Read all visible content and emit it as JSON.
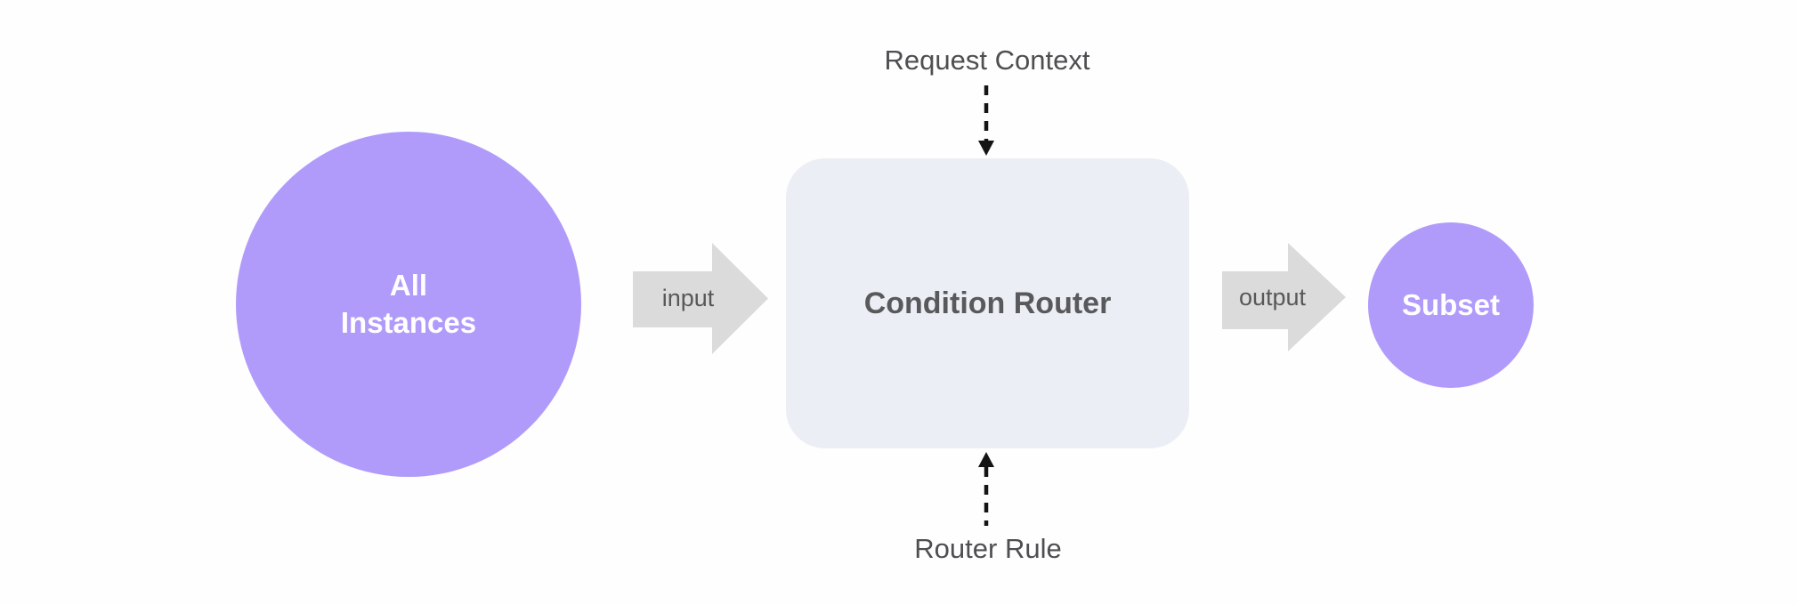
{
  "colors": {
    "background": "#fefefe",
    "node_fill_purple": "#b19bfa",
    "router_box_fill": "#ebeef5",
    "flow_arrow_fill": "#dbdbdb",
    "flow_arrow_text": "#58585a",
    "context_label_text": "#4f4f52",
    "router_text": "#59595c",
    "node_text": "#ffffff",
    "dashed_arrow": "#141414"
  },
  "nodes": {
    "all_instances": {
      "line1": "All",
      "line2": "Instances"
    },
    "condition_router": {
      "label": "Condition Router"
    },
    "subset": {
      "label": "Subset"
    }
  },
  "edges": {
    "input": {
      "label": "input"
    },
    "output": {
      "label": "output"
    },
    "request_context": {
      "label": "Request Context"
    },
    "router_rule": {
      "label": "Router Rule"
    }
  }
}
